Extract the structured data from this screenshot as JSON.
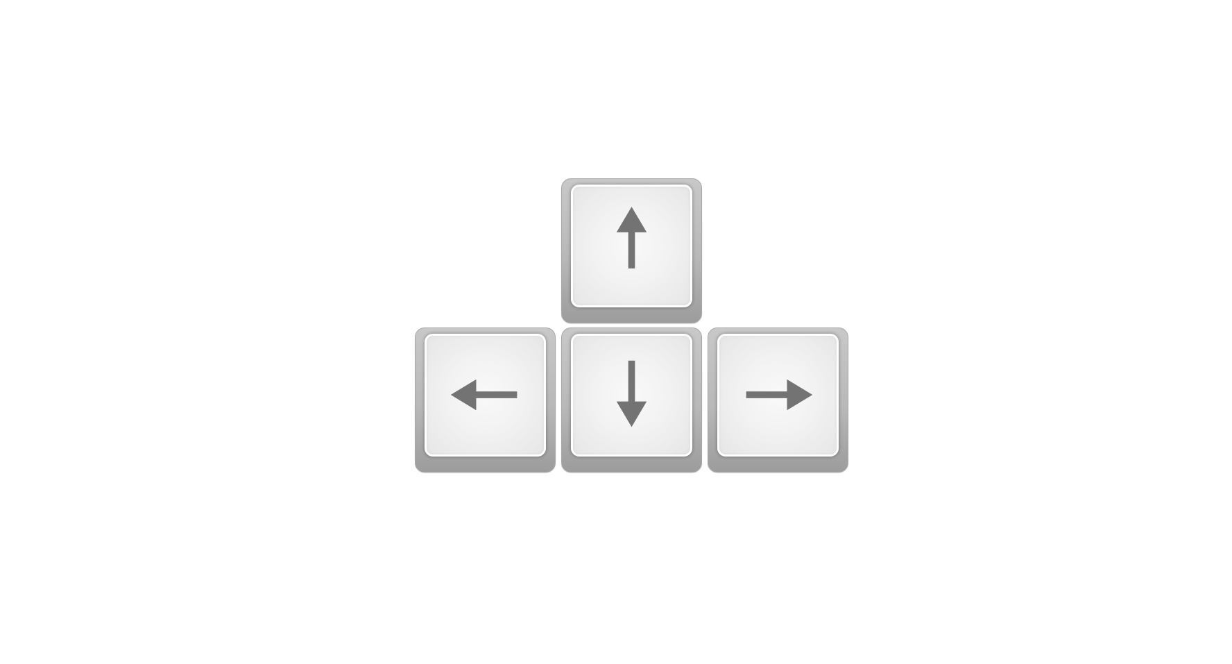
{
  "keys": [
    {
      "id": "up",
      "icon": "arrow-up-icon",
      "direction": "up"
    },
    {
      "id": "left",
      "icon": "arrow-left-icon",
      "direction": "left"
    },
    {
      "id": "down",
      "icon": "arrow-down-icon",
      "direction": "down"
    },
    {
      "id": "right",
      "icon": "arrow-right-icon",
      "direction": "right"
    }
  ],
  "colors": {
    "background": "#ffffff",
    "key_face": "#f2f2f2",
    "key_side": "#b8b8b8",
    "arrow": "#737373"
  }
}
